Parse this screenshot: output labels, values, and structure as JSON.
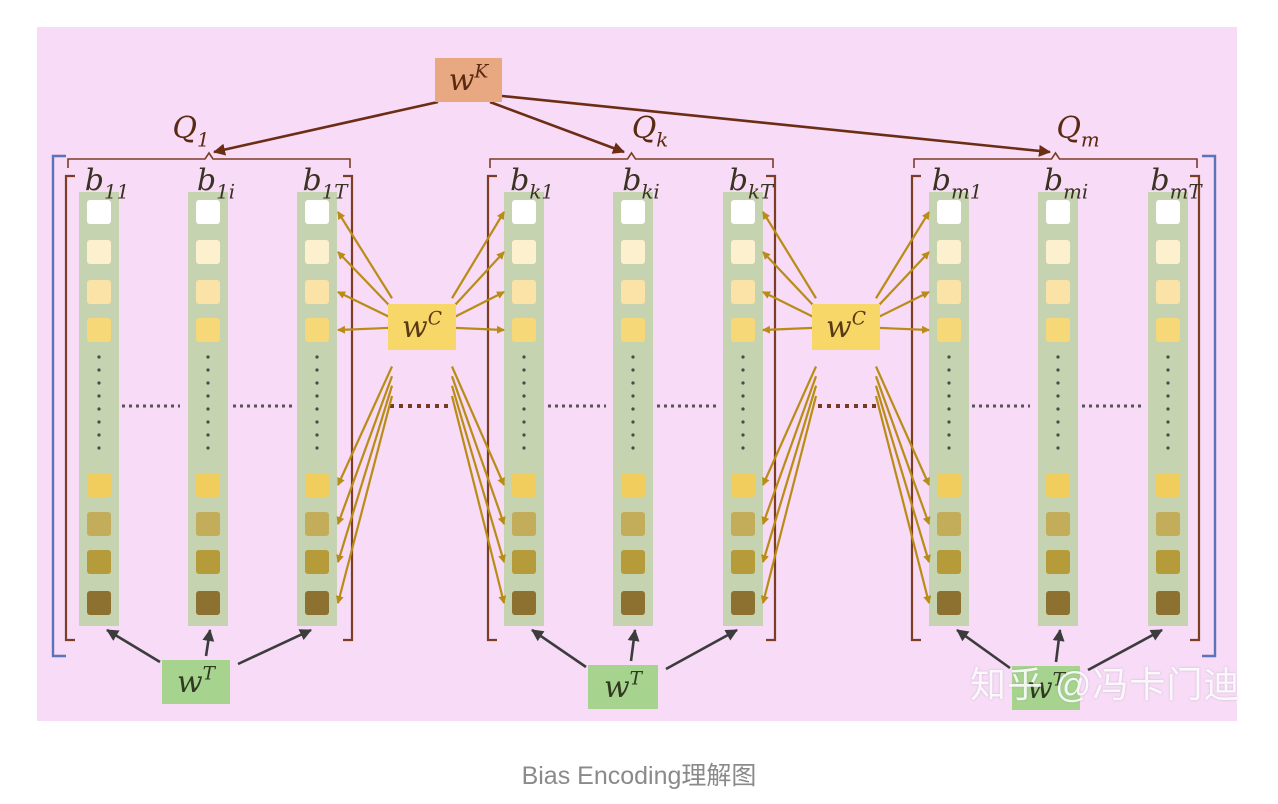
{
  "caption": "Bias Encoding理解图",
  "watermark": "知乎 @冯卡门迪",
  "colors": {
    "background_panel": "#f7dbf7",
    "column_fill": "#c5d3b0",
    "brace_brown": "#7b3e23",
    "outer_bracket_blue": "#5b73b8",
    "wk_box": "#e8a882",
    "wc_box": "#f6d768",
    "wt_box": "#a6d48e",
    "arrow_gold": "#b88c15",
    "arrow_dark": "#6b2d14",
    "arrow_gray": "#3c3c3c",
    "cell_gradient": [
      "#ffffff",
      "#fdf0cf",
      "#fbe2a6",
      "#f6d879",
      "#f1cd5e",
      "#c4ad5a",
      "#b69b3a",
      "#8c7131"
    ]
  },
  "diagram": {
    "wk_label": {
      "base": "w",
      "sup": "K"
    },
    "wc_label": {
      "base": "w",
      "sup": "C"
    },
    "wt_label": {
      "base": "w",
      "sup": "T"
    },
    "groups": [
      {
        "query": {
          "base": "Q",
          "sub": "1"
        },
        "columns": [
          {
            "base": "b",
            "sub": "11"
          },
          {
            "base": "b",
            "sub": "1i"
          },
          {
            "base": "b",
            "sub": "1T"
          }
        ]
      },
      {
        "query": {
          "base": "Q",
          "sub": "k"
        },
        "columns": [
          {
            "base": "b",
            "sub": "k1"
          },
          {
            "base": "b",
            "sub": "ki"
          },
          {
            "base": "b",
            "sub": "kT"
          }
        ]
      },
      {
        "query": {
          "base": "Q",
          "sub": "m"
        },
        "columns": [
          {
            "base": "b",
            "sub": "m1"
          },
          {
            "base": "b",
            "sub": "mi"
          },
          {
            "base": "b",
            "sub": "mT"
          }
        ]
      }
    ]
  }
}
